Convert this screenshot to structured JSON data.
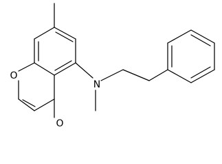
{
  "structure": {
    "atoms": {
      "ring_oxygen": "O",
      "carbonyl_oxygen": "O",
      "nitrogen": "N"
    }
  },
  "colors": {
    "ink": "#000000",
    "background": "#ffffff"
  }
}
